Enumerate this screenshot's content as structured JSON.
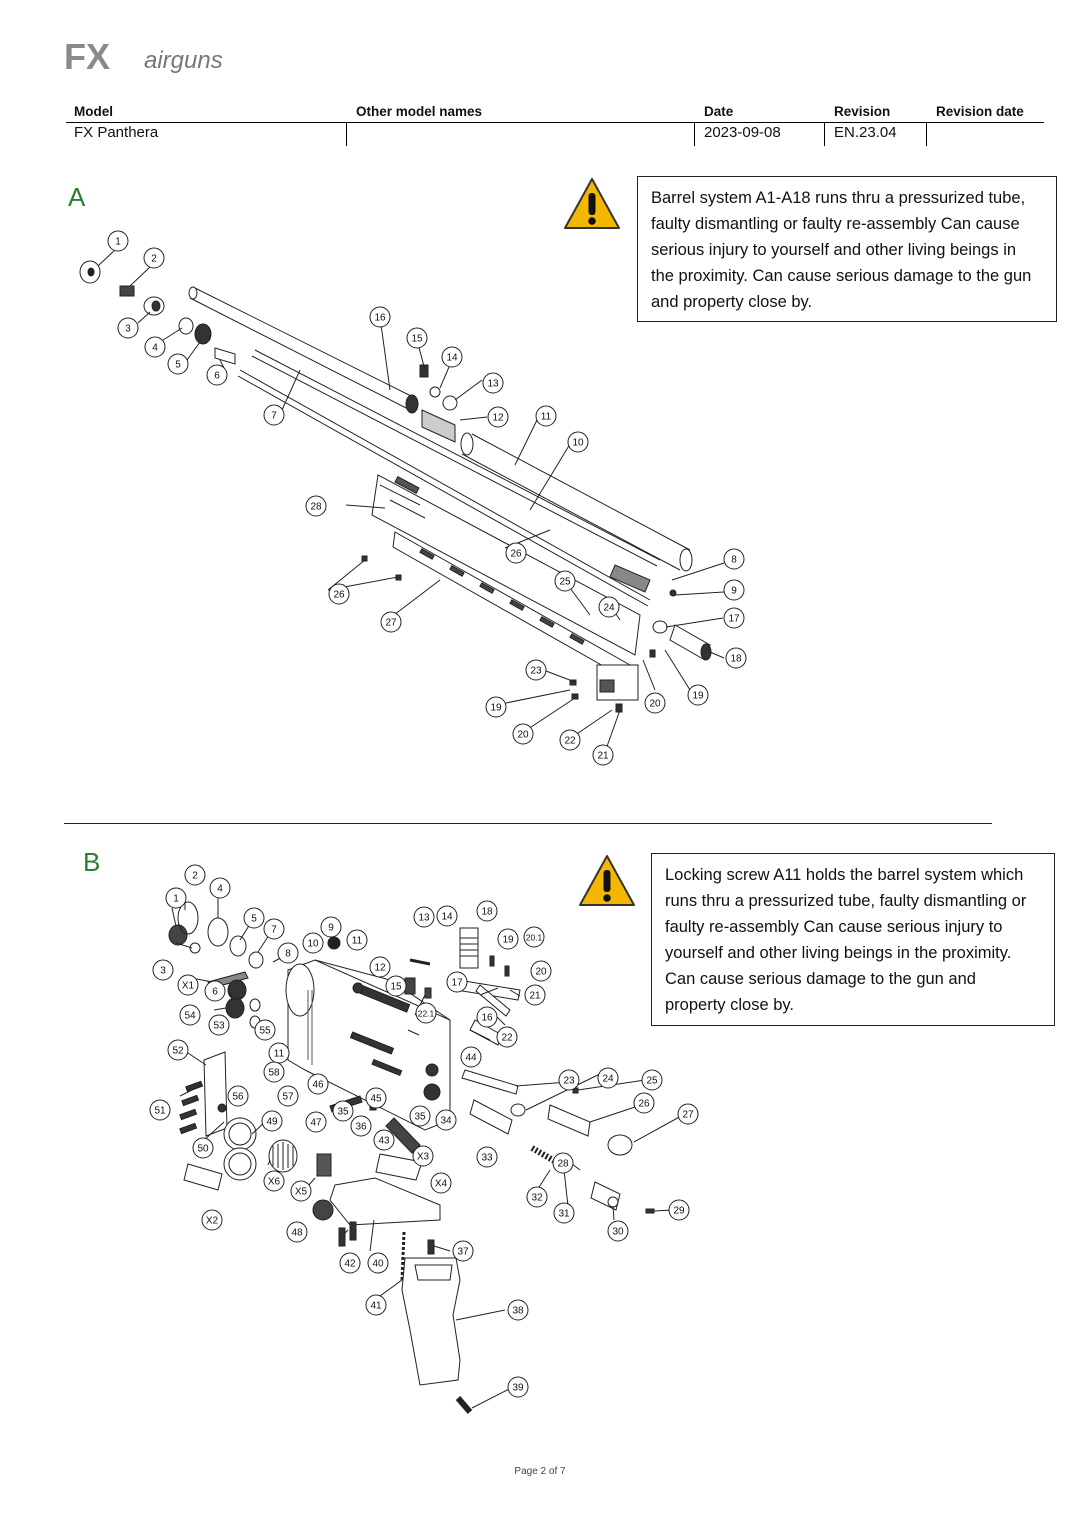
{
  "header": {
    "logo_letters": "FX",
    "logo_word": "airguns",
    "columns": [
      {
        "label": "Model",
        "value": "FX Panthera"
      },
      {
        "label": "Other model names",
        "value": ""
      },
      {
        "label": "Date",
        "value": "2023-09-08"
      },
      {
        "label": "Revision",
        "value": "EN.23.04"
      },
      {
        "label": "Revision date",
        "value": ""
      }
    ]
  },
  "section_a": {
    "letter": "A",
    "warning": "Barrel system A1-A18 runs thru a pressurized tube, faulty dismantling or faulty re-assembly Can cause serious injury to yourself and other living beings in the proximity. Can cause serious damage to the gun and property close by.",
    "callouts": [
      "1",
      "2",
      "3",
      "4",
      "5",
      "6",
      "7",
      "16",
      "15",
      "14",
      "13",
      "12",
      "11",
      "10",
      "28",
      "26",
      "26",
      "27",
      "25",
      "24",
      "8",
      "9",
      "17",
      "18",
      "23",
      "19",
      "20",
      "22",
      "21",
      "20",
      "19"
    ]
  },
  "section_b": {
    "letter": "B",
    "warning": "Locking screw A11 holds the barrel system which runs thru a pressurized tube, faulty dismantling or faulty re-assembly Can cause serious injury to yourself and other living beings in the proximity. Can cause serious damage to the gun and property close by.",
    "callouts": [
      "1",
      "2",
      "3",
      "4",
      "5",
      "7",
      "8",
      "9",
      "10",
      "11",
      "12",
      "13",
      "14",
      "18",
      "19",
      "20.1",
      "20",
      "21",
      "17",
      "15",
      "22.1",
      "16",
      "22",
      "X1",
      "6",
      "54",
      "53",
      "55",
      "11",
      "52",
      "58",
      "56",
      "57",
      "46",
      "44",
      "23",
      "24",
      "25",
      "26",
      "27",
      "51",
      "50",
      "49",
      "47",
      "35",
      "45",
      "36",
      "35",
      "34",
      "43",
      "X3",
      "33",
      "28",
      "X6",
      "X5",
      "X4",
      "32",
      "31",
      "30",
      "29",
      "X2",
      "48",
      "42",
      "40",
      "37",
      "41",
      "38",
      "39"
    ]
  },
  "footer": {
    "page": "Page 2 of 7"
  },
  "colors": {
    "accent_green": "#2e7d32",
    "warning_yellow": "#f5b800"
  }
}
